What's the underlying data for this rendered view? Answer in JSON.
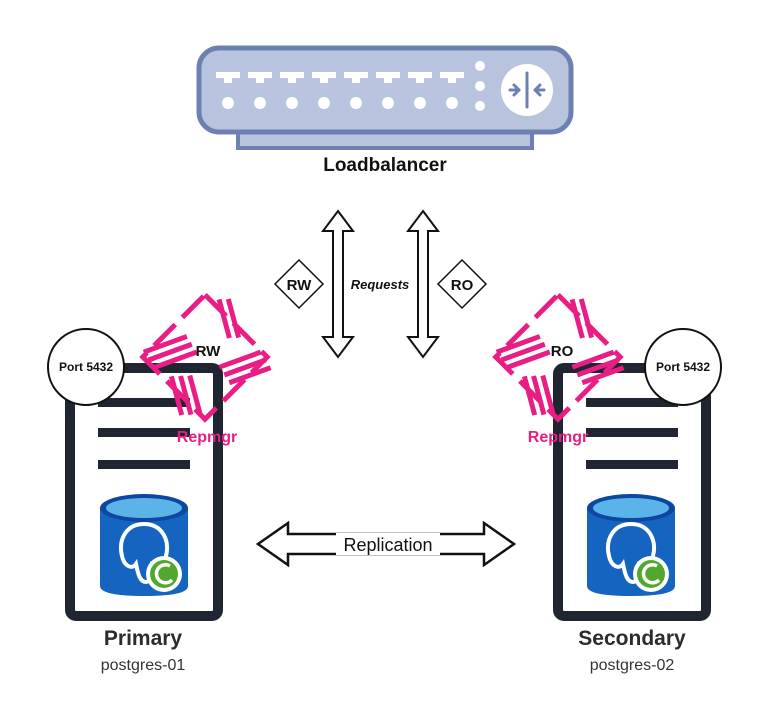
{
  "loadbalancer": {
    "label": "Loadbalancer"
  },
  "requests": {
    "label": "Requests",
    "rw_tag": "RW",
    "ro_tag": "RO"
  },
  "replication": {
    "label": "Replication"
  },
  "primary": {
    "title": "Primary",
    "hostname": "postgres-01",
    "port_label": "Port 5432",
    "role_label": "RW",
    "repmgr_label": "Repmgr"
  },
  "secondary": {
    "title": "Secondary",
    "hostname": "postgres-02",
    "port_label": "Port 5432",
    "role_label": "RO",
    "repmgr_label": "Repmgr"
  },
  "colors": {
    "loadbalancer_fill": "#b8c4dd",
    "loadbalancer_stroke": "#6d80b2",
    "server_frame": "#1f2631",
    "repmgr": "#e91e84",
    "db_blue": "#1565c0",
    "db_top": "#5ab4e8",
    "badge_green": "#52a82e"
  },
  "icons": {
    "loadbalancer": "network-switch-icon",
    "router": "router-arrows-icon",
    "repmgr": "repmgr-logo-icon",
    "database": "postgresql-database-icon",
    "badge": "edb-badge-icon"
  }
}
